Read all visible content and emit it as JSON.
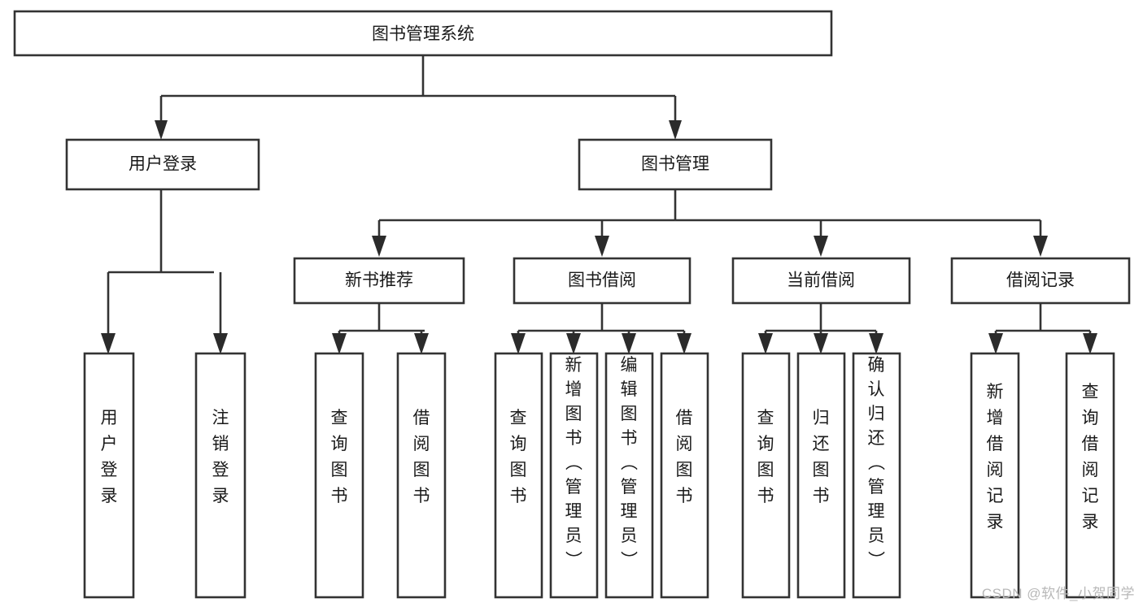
{
  "diagram": {
    "type": "tree",
    "title": "图书管理系统",
    "watermark": "CSDN @软件_小贺同学",
    "colors": {
      "background": "#ffffff",
      "box_fill": "#ffffff",
      "box_stroke": "#333333",
      "text": "#1a1a1a",
      "watermark": "#b8b8b8"
    },
    "nodes": {
      "root": {
        "label": "图书管理系统",
        "orientation": "horizontal"
      },
      "l2": [
        {
          "id": "user-login",
          "label": "用户登录",
          "orientation": "horizontal"
        },
        {
          "id": "book-manage",
          "label": "图书管理",
          "orientation": "horizontal"
        }
      ],
      "l3": [
        {
          "id": "new-book-recommend",
          "label": "新书推荐",
          "orientation": "horizontal"
        },
        {
          "id": "book-borrow",
          "label": "图书借阅",
          "orientation": "horizontal"
        },
        {
          "id": "current-borrow",
          "label": "当前借阅",
          "orientation": "horizontal"
        },
        {
          "id": "borrow-record",
          "label": "借阅记录",
          "orientation": "horizontal"
        }
      ],
      "leaves": [
        {
          "id": "leaf-user-login",
          "label": "用户登录",
          "parent": "user-login",
          "orientation": "vertical"
        },
        {
          "id": "leaf-logout-login",
          "label": "注销登录",
          "parent": "user-login",
          "orientation": "vertical"
        },
        {
          "id": "leaf-query-book-1",
          "label": "查询图书",
          "parent": "new-book-recommend",
          "orientation": "vertical"
        },
        {
          "id": "leaf-borrow-book-1",
          "label": "借阅图书",
          "parent": "new-book-recommend",
          "orientation": "vertical"
        },
        {
          "id": "leaf-query-book-2",
          "label": "查询图书",
          "parent": "book-borrow",
          "orientation": "vertical"
        },
        {
          "id": "leaf-add-book",
          "label": "新增图书（管理员）",
          "parent": "book-borrow",
          "orientation": "vertical"
        },
        {
          "id": "leaf-edit-book",
          "label": "编辑图书（管理员）",
          "parent": "book-borrow",
          "orientation": "vertical"
        },
        {
          "id": "leaf-borrow-book-2",
          "label": "借阅图书",
          "parent": "book-borrow",
          "orientation": "vertical"
        },
        {
          "id": "leaf-query-book-3",
          "label": "查询图书",
          "parent": "current-borrow",
          "orientation": "vertical"
        },
        {
          "id": "leaf-return-book",
          "label": "归还图书",
          "parent": "current-borrow",
          "orientation": "vertical"
        },
        {
          "id": "leaf-confirm-return",
          "label": "确认归还（管理员）",
          "parent": "current-borrow",
          "orientation": "vertical"
        },
        {
          "id": "leaf-add-record",
          "label": "新增借阅记录",
          "parent": "borrow-record",
          "orientation": "vertical"
        },
        {
          "id": "leaf-query-record",
          "label": "查询借阅记录",
          "parent": "borrow-record",
          "orientation": "vertical"
        }
      ]
    }
  }
}
